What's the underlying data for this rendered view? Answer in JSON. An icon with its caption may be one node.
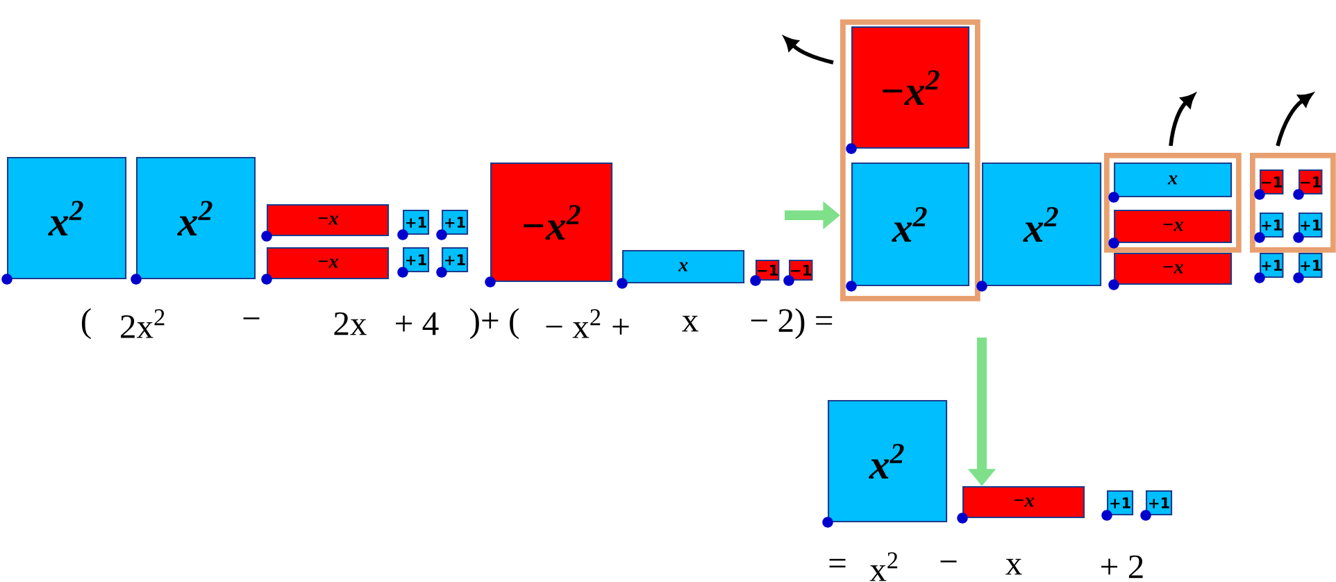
{
  "diagram": {
    "nodes": [
      {
        "text": [
          "x$^{2}$"
        ]
      },
      {
        "text": [
          "x$^{2}$"
        ]
      },
      {
        "text": [
          "−x"
        ]
      },
      {
        "text": [
          "−x"
        ]
      },
      {
        "text": [
          "+1"
        ]
      },
      {
        "text": [
          "+1"
        ]
      },
      {
        "text": [
          "+1"
        ]
      },
      {
        "text": [
          "+1"
        ]
      },
      {
        "text": [
          "−x$^{2}$"
        ]
      },
      {
        "text": [
          "x"
        ]
      },
      {
        "text": [
          "−1"
        ]
      },
      {
        "text": [
          "−1"
        ]
      },
      {
        "text": [],
        "shape": "box"
      },
      {
        "text": [
          "−x$^{2}$"
        ],
        "in": 12
      },
      {
        "text": [
          "x$^{2}$"
        ],
        "in": 12
      },
      {
        "text": [
          "x$^{2}$"
        ]
      },
      {
        "text": [],
        "shape": "box"
      },
      {
        "text": [
          "x"
        ],
        "in": 16
      },
      {
        "text": [
          "−x"
        ],
        "in": 16
      },
      {
        "text": [
          "−x"
        ]
      },
      {
        "text": [],
        "shape": "box"
      },
      {
        "text": [
          "−1"
        ],
        "in": 20
      },
      {
        "text": [
          "−1"
        ],
        "in": 20
      },
      {
        "text": [
          "+1"
        ],
        "in": 20
      },
      {
        "text": [
          "+1"
        ],
        "in": 20
      },
      {
        "text": [
          "+1"
        ]
      },
      {
        "text": [
          "+1"
        ]
      },
      {
        "text": [
          "x$^{2}$"
        ]
      },
      {
        "text": [
          "−x"
        ]
      },
      {
        "text": [
          "+1"
        ]
      },
      {
        "text": [
          "+1"
        ]
      }
    ],
    "edges": [
      {
        "from": null,
        "to": 12,
        "arrow": "to"
      },
      {
        "from": null,
        "to": 28,
        "arrow": "to"
      }
    ],
    "labels": [
      "(",
      "2x$^{2}$",
      "−",
      "2x",
      "+ 4",
      ")+ (",
      "− x$^{2}$ +",
      "x",
      "− 2) =",
      "=",
      "x$^{2}$",
      "−",
      "x",
      "+ 2"
    ]
  }
}
